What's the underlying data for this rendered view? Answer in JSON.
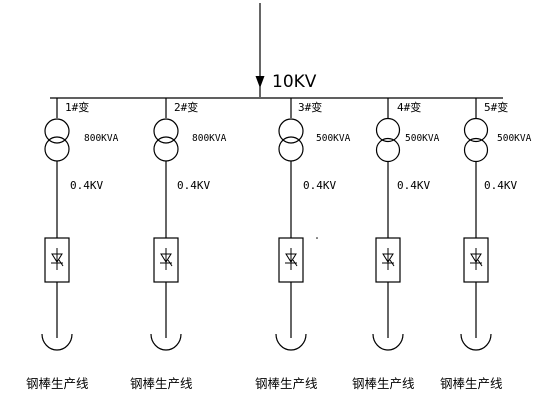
{
  "bus": {
    "voltage_label": "10KV"
  },
  "feeders": [
    {
      "id": "1#变",
      "rating": "800KVA",
      "secondary": "0.4KV",
      "load": "钢棒生产线"
    },
    {
      "id": "2#变",
      "rating": "800KVA",
      "secondary": "0.4KV",
      "load": "钢棒生产线"
    },
    {
      "id": "3#变",
      "rating": "500KVA",
      "secondary": "0.4KV",
      "load": "钢棒生产线"
    },
    {
      "id": "4#变",
      "rating": "500KVA",
      "secondary": "0.4KV",
      "load": "钢棒生产线"
    },
    {
      "id": "5#变",
      "rating": "500KVA",
      "secondary": "0.4KV",
      "load": "钢棒生产线"
    }
  ],
  "colors": {
    "line": "#000000",
    "background": "#ffffff"
  },
  "icons": {
    "transformer": "transformer-icon",
    "rectifier": "rectifier-icon",
    "load": "load-icon",
    "incoming_arrow": "arrow-down-icon"
  }
}
